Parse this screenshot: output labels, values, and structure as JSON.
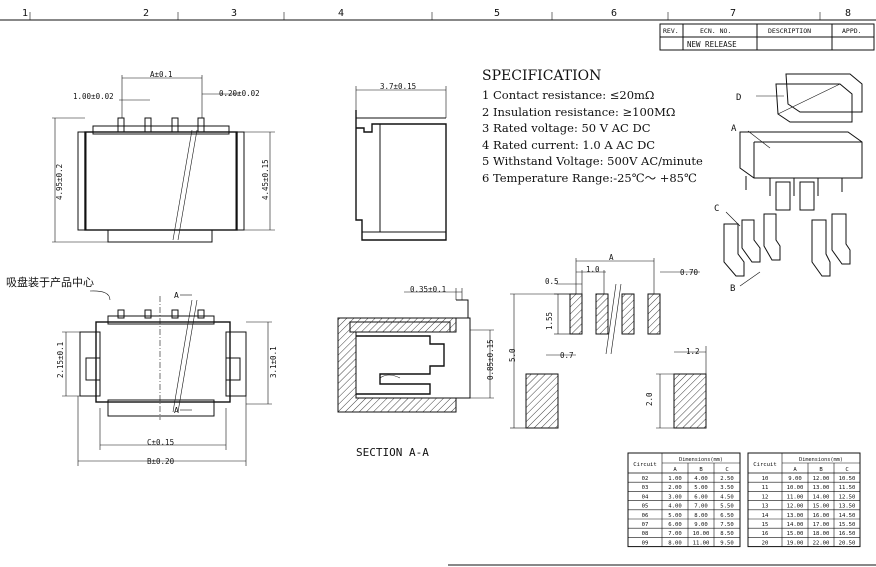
{
  "grid": {
    "top_labels": [
      "1",
      "2",
      "3",
      "4",
      "5",
      "6",
      "7",
      "8"
    ]
  },
  "revision_block": {
    "headers": [
      "REV.",
      "ECN. NO.",
      "DESCRIPTION",
      "APPD."
    ],
    "row": [
      "",
      "NEW RELEASE",
      "",
      ""
    ]
  },
  "specification": {
    "title": "SPECIFICATION",
    "items": [
      "1 Contact resistance: ≤20mΩ",
      "2 Insulation resistance: ≥100MΩ",
      "3 Rated voltage: 50 V AC DC",
      "4 Rated current: 1.0 A AC DC",
      "5 Withstand Voltage: 500V AC/minute",
      "6 Temperature Range:-25℃～ +85℃"
    ]
  },
  "front_view": {
    "dim_a": "A±0.1",
    "dim_pitch": "1.00±0.02",
    "dim_pin": "0.20±0.02",
    "dim_height_total": "4.95±0.2",
    "dim_height_body": "4.45±0.15"
  },
  "side_view": {
    "dim_depth": "3.7±0.15"
  },
  "top_view": {
    "note_cn": "吸盘装于产品中心",
    "section_mark": "A",
    "dim_c": "C±0.15",
    "dim_b": "B±0.20",
    "dim_left": "2.15±0.1",
    "dim_right": "3.1±0.1"
  },
  "section_view": {
    "dim_top": "0.35±0.1",
    "dim_side": "0.85±0.15",
    "caption": "SECTION  A-A"
  },
  "footprint": {
    "dim_a": "A",
    "dim_1_0": "1.0",
    "dim_0_70": "0.70",
    "dim_0_5": "0.5",
    "dim_1_55": "1.55",
    "dim_5_0": "5.0",
    "dim_0_7": "0.7",
    "dim_1_2": "1.2",
    "dim_2_0": "2.0"
  },
  "exploded_view": {
    "labels": [
      "D",
      "A",
      "C",
      "B"
    ]
  },
  "dimension_table": {
    "circuit_header": "Circuit",
    "dims_header": "Dimensions(mm)",
    "cols": [
      "A",
      "B",
      "C"
    ],
    "left_rows": [
      [
        "02",
        "1.00",
        "4.00",
        "2.50"
      ],
      [
        "03",
        "2.00",
        "5.00",
        "3.50"
      ],
      [
        "04",
        "3.00",
        "6.00",
        "4.50"
      ],
      [
        "05",
        "4.00",
        "7.00",
        "5.50"
      ],
      [
        "06",
        "5.00",
        "8.00",
        "6.50"
      ],
      [
        "07",
        "6.00",
        "9.00",
        "7.50"
      ],
      [
        "08",
        "7.00",
        "10.00",
        "8.50"
      ],
      [
        "09",
        "8.00",
        "11.00",
        "9.50"
      ]
    ],
    "right_rows": [
      [
        "10",
        "9.00",
        "12.00",
        "10.50"
      ],
      [
        "11",
        "10.00",
        "13.00",
        "11.50"
      ],
      [
        "12",
        "11.00",
        "14.00",
        "12.50"
      ],
      [
        "13",
        "12.00",
        "15.00",
        "13.50"
      ],
      [
        "14",
        "13.00",
        "16.00",
        "14.50"
      ],
      [
        "15",
        "14.00",
        "17.00",
        "15.50"
      ],
      [
        "16",
        "15.00",
        "18.00",
        "16.50"
      ],
      [
        "20",
        "19.00",
        "22.00",
        "20.50"
      ]
    ]
  }
}
